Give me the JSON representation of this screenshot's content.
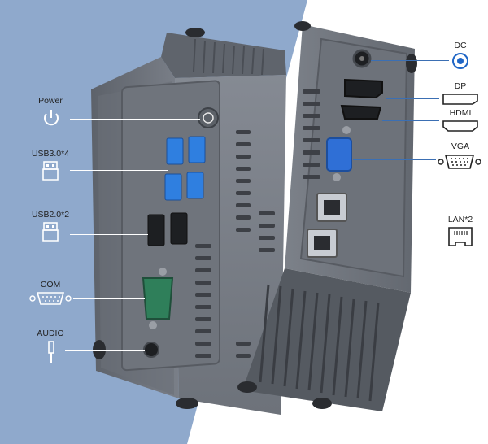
{
  "colors": {
    "left_panel_bg": "#8fa9cc",
    "right_panel_bg": "#ffffff",
    "device_body": "#6e737c",
    "device_face": "#777c85",
    "accent_blue": "#1f66c6",
    "usb3_blue": "#2f7fe0",
    "com_green": "#2f7f5a"
  },
  "left_labels": {
    "power": "Power",
    "usb3": "USB3.0*4",
    "usb2": "USB2.0*2",
    "com": "COM",
    "audio": "AUDIO"
  },
  "right_labels": {
    "dc": "DC",
    "dp": "DP",
    "hdmi": "HDMI",
    "vga": "VGA",
    "lan": "LAN*2"
  },
  "icons": {
    "power": "power-icon",
    "usb3": "usb-icon",
    "usb2": "usb-icon",
    "com": "serial-port-icon",
    "audio": "audio-jack-icon",
    "dc": "dc-jack-icon",
    "dp": "displayport-icon",
    "hdmi": "hdmi-icon",
    "vga": "vga-icon",
    "lan": "ethernet-icon"
  }
}
